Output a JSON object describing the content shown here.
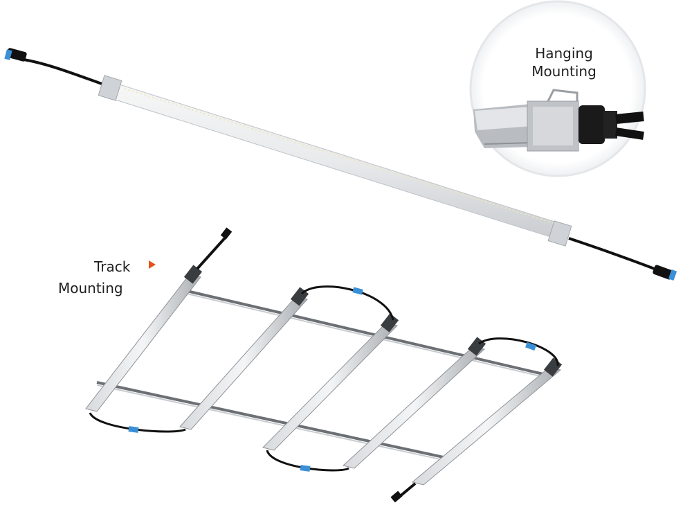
{
  "hanging": {
    "line1": "Hanging",
    "line2": "Mounting"
  },
  "track": {
    "line1": "Track",
    "line2": "Mounting"
  },
  "colors": {
    "accent_arrow": "#e2541b",
    "connector_blue": "#3a8fd6",
    "cable": "#111111",
    "housing": "#d9dde2"
  }
}
